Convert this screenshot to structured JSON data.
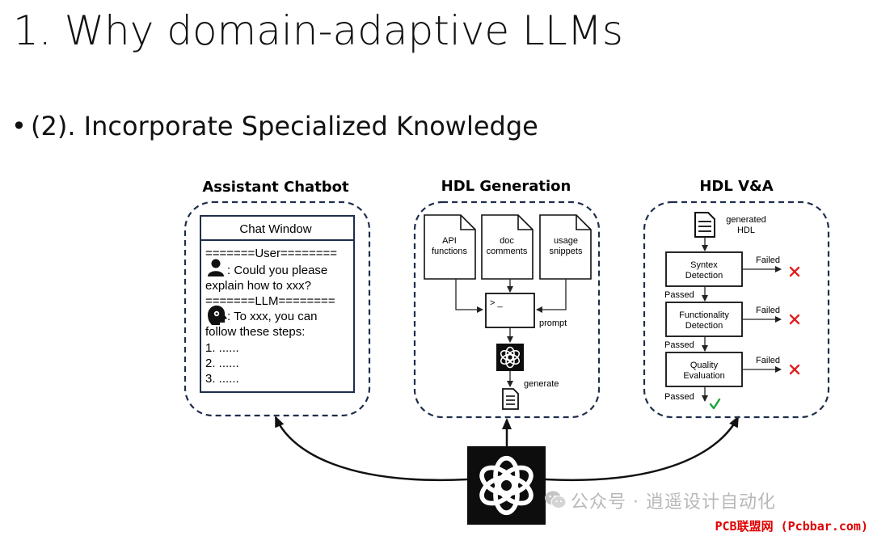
{
  "slide": {
    "title": "1. Why domain-adaptive LLMs",
    "bullet_marker": "•",
    "bullet": "(2). Incorporate Specialized Knowledge"
  },
  "diagram": {
    "panels": {
      "chatbot": {
        "title": "Assistant Chatbot",
        "window_title": "Chat Window",
        "user_header": "=======User========",
        "user_message_line1": ": Could you please",
        "user_message_line2": "explain how to xxx?",
        "llm_header": "=======LLM========",
        "llm_message_line1": ": To xxx, you can",
        "llm_message_line2": "follow these steps:",
        "steps": [
          "1. ......",
          "2. ......",
          "3. ......"
        ]
      },
      "generation": {
        "title": "HDL Generation",
        "docs": [
          {
            "line1": "API",
            "line2": "functions"
          },
          {
            "line1": "doc",
            "line2": "comments"
          },
          {
            "line1": "usage",
            "line2": "snippets"
          }
        ],
        "terminal_text": "> _",
        "prompt_label": "prompt",
        "generate_label": "generate"
      },
      "verification": {
        "title": "HDL V&A",
        "input_line1": "generated",
        "input_line2": "HDL",
        "stages": [
          {
            "line1": "Syntex",
            "line2": "Detection"
          },
          {
            "line1": "Functionality",
            "line2": "Detection"
          },
          {
            "line1": "Quality",
            "line2": "Evaluation"
          }
        ],
        "failed_label": "Failed",
        "passed_label": "Passed"
      }
    }
  },
  "watermark": {
    "text": "公众号 · 逍遥设计自动化"
  },
  "footer": {
    "credit": "PCB联盟网 (Pcbbar.com)"
  },
  "colors": {
    "panel_border": "#1f2e4d",
    "fail_mark": "#e02020",
    "pass_mark": "#1aa33a",
    "watermark": "#b8b8b8",
    "credit": "#e00000"
  }
}
